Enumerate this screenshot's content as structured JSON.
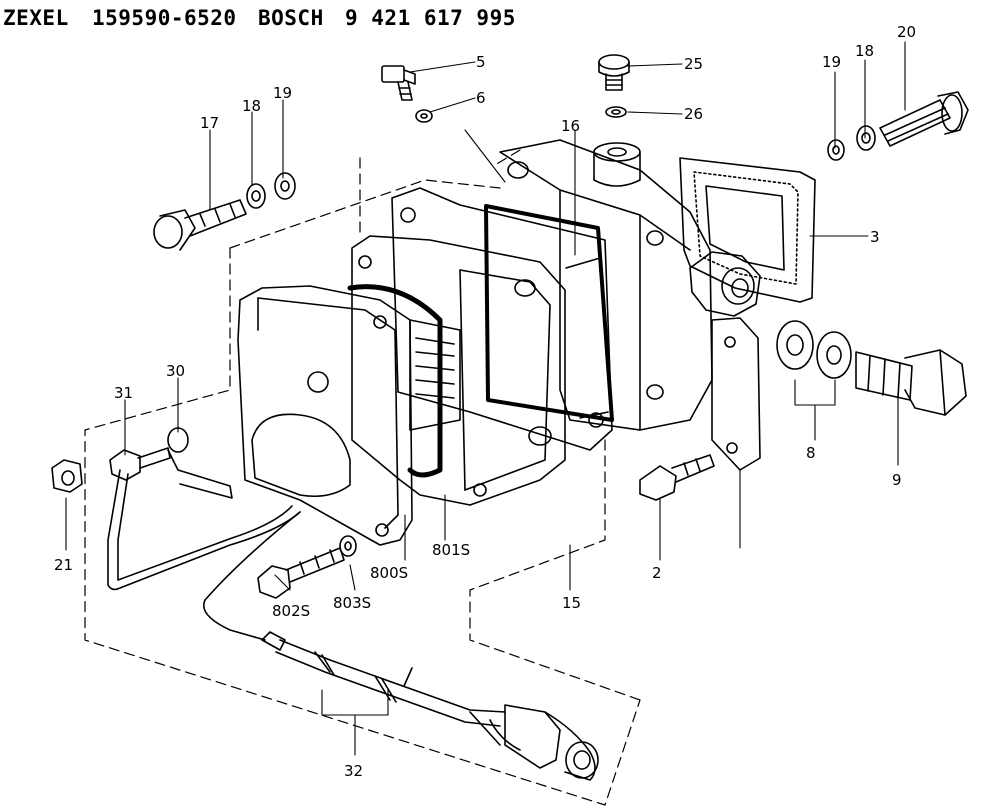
{
  "header": {
    "brand_a": "ZEXEL",
    "part_a": "159590-6520",
    "brand_b": "BOSCH",
    "part_b": "9 421 617 995"
  },
  "callouts": [
    {
      "id": "c5",
      "label": "5"
    },
    {
      "id": "c6",
      "label": "6"
    },
    {
      "id": "c25",
      "label": "25"
    },
    {
      "id": "c26",
      "label": "26"
    },
    {
      "id": "c16",
      "label": "16"
    },
    {
      "id": "c19a",
      "label": "19"
    },
    {
      "id": "c18a",
      "label": "18"
    },
    {
      "id": "c20",
      "label": "20"
    },
    {
      "id": "c17",
      "label": "17"
    },
    {
      "id": "c18b",
      "label": "18"
    },
    {
      "id": "c19b",
      "label": "19"
    },
    {
      "id": "c3",
      "label": "3"
    },
    {
      "id": "c31",
      "label": "31"
    },
    {
      "id": "c30",
      "label": "30"
    },
    {
      "id": "c8",
      "label": "8"
    },
    {
      "id": "c9",
      "label": "9"
    },
    {
      "id": "c21",
      "label": "21"
    },
    {
      "id": "c2",
      "label": "2"
    },
    {
      "id": "c801s",
      "label": "801S"
    },
    {
      "id": "c800s",
      "label": "800S"
    },
    {
      "id": "c802s",
      "label": "802S"
    },
    {
      "id": "c803s",
      "label": "803S"
    },
    {
      "id": "c15",
      "label": "15"
    },
    {
      "id": "c32",
      "label": "32"
    }
  ]
}
